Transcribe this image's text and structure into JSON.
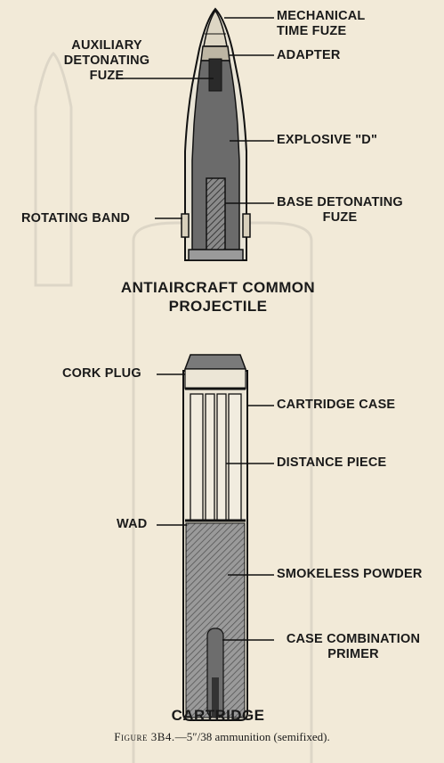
{
  "projectile": {
    "title": "ANTIAIRCRAFT COMMON\nPROJECTILE",
    "labels": {
      "mechanical_time_fuze": "MECHANICAL\nTIME FUZE",
      "auxiliary_detonating_fuze": "AUXILIARY\nDETONATING\nFUZE",
      "adapter": "ADAPTER",
      "explosive_d": "EXPLOSIVE \"D\"",
      "base_detonating_fuze": "BASE DETONATING\nFUZE",
      "rotating_band": "ROTATING BAND"
    }
  },
  "cartridge": {
    "title": "CARTRIDGE",
    "labels": {
      "cork_plug": "CORK PLUG",
      "cartridge_case": "CARTRIDGE CASE",
      "distance_piece": "DISTANCE PIECE",
      "wad": "WAD",
      "smokeless_powder": "SMOKELESS POWDER",
      "case_combination_primer": "CASE COMBINATION\nPRIMER"
    }
  },
  "caption": {
    "figure": "Figure 3B4.",
    "text": "—5″/38 ammunition (semifixed)."
  },
  "colors": {
    "paper": "#f2ead8",
    "ink": "#1a1a1a",
    "explosive_fill": "#6b6b6b",
    "hatch": "#444444"
  }
}
